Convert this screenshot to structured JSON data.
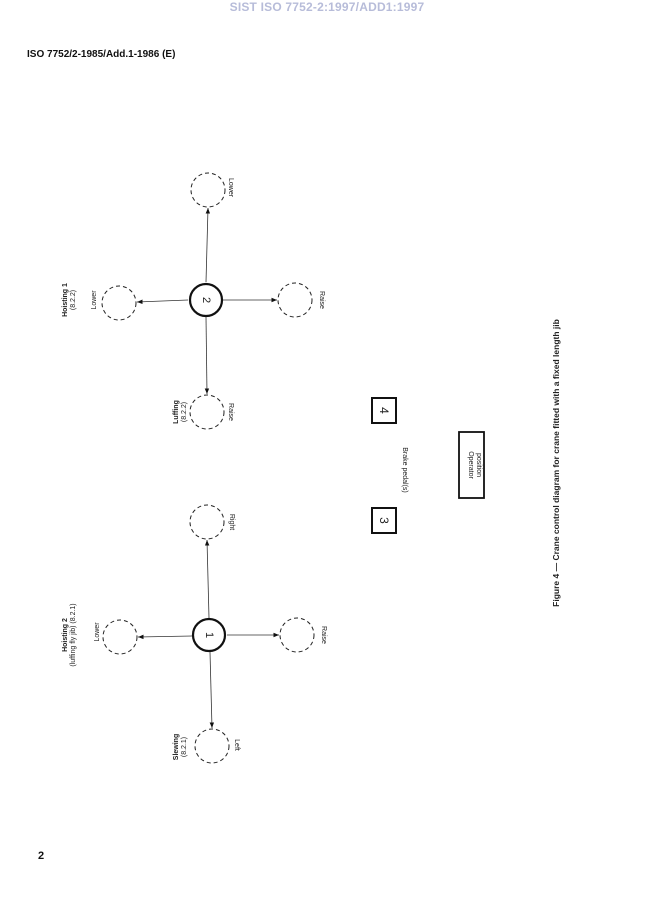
{
  "watermark": "SIST ISO 7752-2:1997/ADD1:1997",
  "header": "ISO 7752/2-1985/Add.1-1986 (E)",
  "page_number": "2",
  "figure": {
    "caption": "Figure 4 — Crane control diagram for crane fitted with a fixed length jib",
    "control_2": {
      "number": "2",
      "top_label": "Lower",
      "left_label": "Lower",
      "right_label": "Raise",
      "bottom_label": "Raise",
      "group_left_title": "Hoisting 1",
      "group_left_ref": "(8.2.2)",
      "group_bottom_title": "Luffing",
      "group_bottom_ref": "(8.2.2)"
    },
    "control_1": {
      "number": "1",
      "top_label": "Right",
      "left_label": "Lower",
      "right_label": "Raise",
      "bottom_label": "Left",
      "group_left_title": "Hoisting 2",
      "group_left_ref": "(luffing fly jib) (8.2.1)",
      "group_bottom_title": "Slewing",
      "group_bottom_ref": "(8.2.1)"
    },
    "pedal_3": "3",
    "pedal_4": "4",
    "brake_label": "Brake pedal(s)",
    "operator_line1": "Operator",
    "operator_line2": "position"
  }
}
